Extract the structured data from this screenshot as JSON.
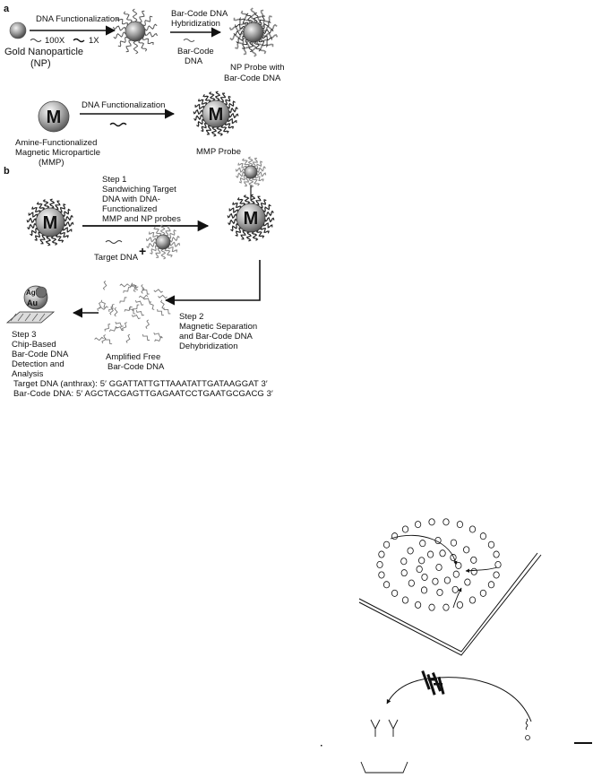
{
  "panel_a": {
    "label": "a",
    "dna_functionalization": "DNA Functionalization",
    "ratio_100x": "100X",
    "ratio_1x": "1X",
    "gold_np": [
      "Gold Nanoparticle",
      "(NP)"
    ],
    "barcode_hybridization": [
      "Bar-Code DNA",
      "Hybridization"
    ],
    "barcode_dna": [
      "Bar-Code",
      "DNA"
    ],
    "np_probe": [
      "NP Probe with",
      "Bar-Code DNA"
    ],
    "dna_functionalization_2": "DNA Functionalization",
    "mmp": [
      "Amine-Functionalized",
      "Magnetic Microparticle",
      "(MMP)"
    ],
    "mmp_probe": "MMP Probe",
    "m_letter": "M"
  },
  "panel_b": {
    "label": "b",
    "step1": [
      "Step 1",
      "Sandwiching Target",
      "DNA with DNA-",
      "Functionalized",
      "MMP and NP probes"
    ],
    "target_dna": "Target DNA",
    "plus": "+",
    "step2": [
      "Step 2",
      "Magnetic Separation",
      "and Bar-Code DNA",
      "Dehybridization"
    ],
    "amplified": [
      "Amplified Free",
      "Bar-Code DNA"
    ],
    "step3": [
      "Step 3",
      "Chip-Based",
      "Bar-Code DNA",
      "Detection and",
      "Analysis"
    ],
    "ag": "Ag",
    "au": "Au",
    "target_seq": "Target DNA (anthrax): 5′ GGATTATTGTTAAATATTGATAAGGAT 3′",
    "barcode_seq": "Bar-Code DNA: 5′ AGCTACGAGTTGAGAATCCTGAATGCGACG 3′"
  }
}
